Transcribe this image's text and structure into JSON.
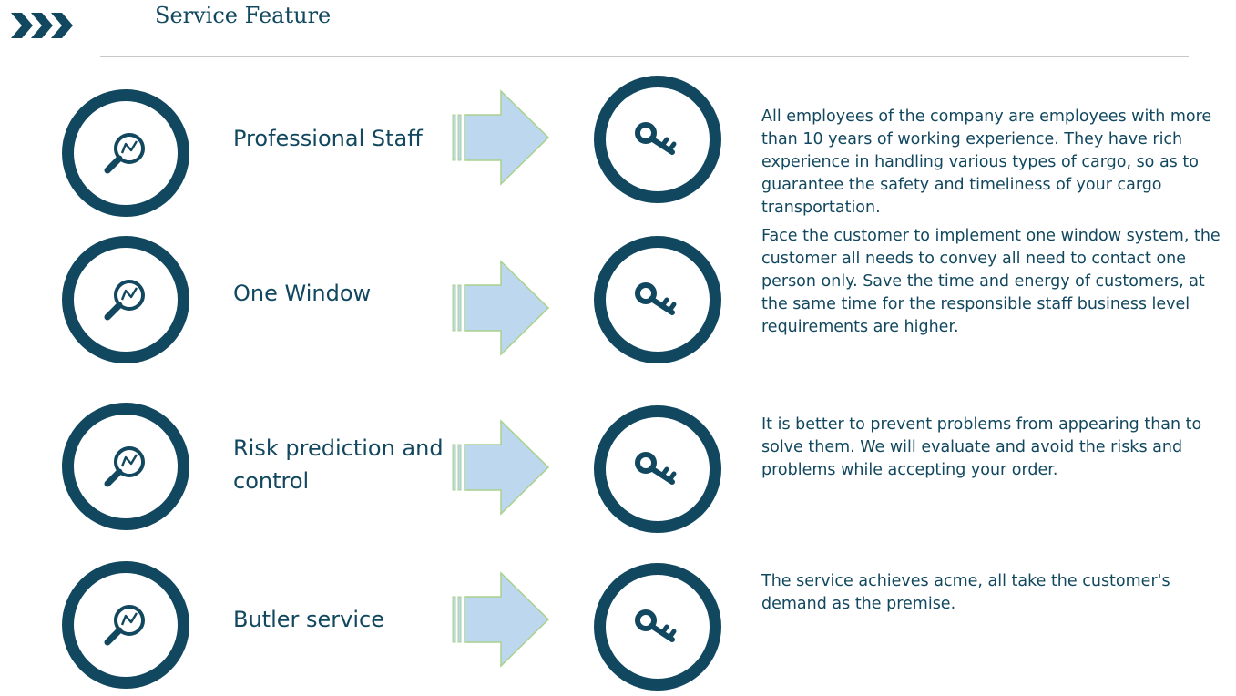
{
  "header": {
    "title": "Service Feature",
    "icon": "triple-chevron-right-icon"
  },
  "colors": {
    "primary": "#12485f",
    "arrow_fill": "#bdd7ee",
    "arrow_stroke": "#a9d18e",
    "divider": "#c8c8c8"
  },
  "features": [
    {
      "title": "Professional Staff",
      "description": "All employees of the company are employees with more than 10 years of working experience. They have rich experience in handling various types of cargo, so as to guarantee the safety and timeliness of your cargo transportation.",
      "left_icon": "magnifier-chart-icon",
      "right_icon": "key-icon"
    },
    {
      "title": "One Window",
      "description": "Face the customer to implement one window system, the customer all needs to convey all need to contact one person only. Save the time and energy of customers, at the same time for the responsible staff business level requirements are higher.",
      "left_icon": "magnifier-chart-icon",
      "right_icon": "key-icon"
    },
    {
      "title": "Risk prediction and control",
      "description": "It is better to prevent problems from appearing than to solve them. We will evaluate and avoid the risks and problems while accepting your order.",
      "left_icon": "magnifier-chart-icon",
      "right_icon": "key-icon"
    },
    {
      "title": "Butler service",
      "description": "The service achieves acme, all take the customer's demand as the premise.",
      "left_icon": "magnifier-chart-icon",
      "right_icon": "key-icon"
    }
  ]
}
